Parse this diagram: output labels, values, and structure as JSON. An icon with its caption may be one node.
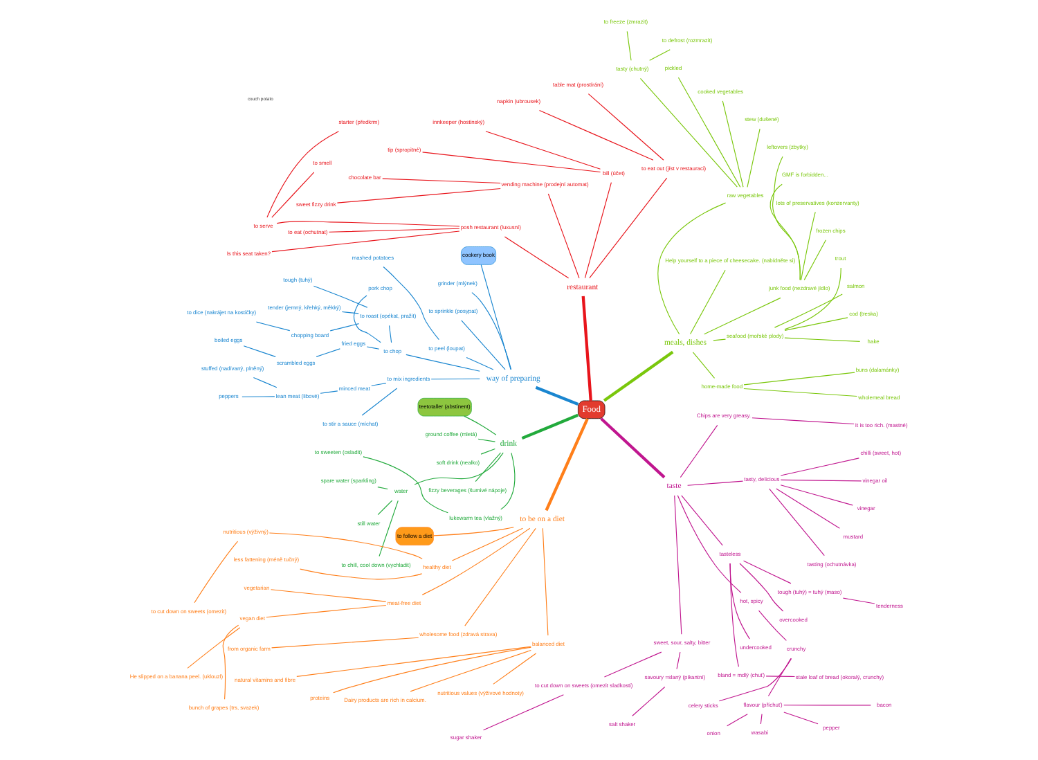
{
  "diagram": {
    "nodes": [
      {
        "text": [
          "Food"
        ]
      },
      {
        "text": [
          "meals, dishes"
        ]
      },
      {
        "text": [
          "home-made food"
        ]
      },
      {
        "text": [
          "wholemeal bread"
        ]
      },
      {
        "text": [
          "buns (dalamánky)"
        ]
      },
      {
        "text": [
          "seafood (mořské plody)"
        ]
      },
      {
        "text": [
          "hake"
        ]
      },
      {
        "text": [
          "cod (treska)"
        ]
      },
      {
        "text": [
          "salmon"
        ]
      },
      {
        "text": [
          "trout"
        ]
      },
      {
        "text": [
          "junk food (nezdravé jídlo)"
        ]
      },
      {
        "text": [
          "frozen chips"
        ]
      },
      {
        "text": [
          "lots of preservatives (konzervanty)"
        ]
      },
      {
        "text": [
          "GMF is forbidden..."
        ]
      },
      {
        "text": [
          "leftovers (zbytky)"
        ]
      },
      {
        "text": [
          "Help yourself to a piece of cheesecake. (nabídněte si)"
        ]
      },
      {
        "text": [
          "raw vegetables"
        ]
      },
      {
        "text": [
          "stew (dušené)"
        ]
      },
      {
        "text": [
          "cooked vegetables"
        ]
      },
      {
        "text": [
          "pickled"
        ]
      },
      {
        "text": [
          "tasty (chutný)"
        ]
      },
      {
        "text": [
          "to defrost (rozmrazit)"
        ]
      },
      {
        "text": [
          "to freeze (zmrazit)"
        ]
      },
      {
        "text": [
          "restaurant"
        ]
      },
      {
        "text": [
          "to eat out (jíst v restauraci)"
        ]
      },
      {
        "text": [
          "table mat (prostírání)"
        ]
      },
      {
        "text": [
          "napkin (ubrousek)"
        ]
      },
      {
        "text": [
          "bill (účet)"
        ]
      },
      {
        "text": [
          "innkeeper (hostinský)"
        ]
      },
      {
        "text": [
          "tip (spropitné)"
        ]
      },
      {
        "text": [
          "vending machine (prodejní automat)"
        ]
      },
      {
        "text": [
          "chocolate bar"
        ]
      },
      {
        "text": [
          "sweet fizzy drink"
        ]
      },
      {
        "text": [
          "posh restaurant (luxusní)"
        ]
      },
      {
        "text": [
          "to serve"
        ]
      },
      {
        "text": [
          "starter (předkrm)"
        ]
      },
      {
        "text": [
          "to smell"
        ]
      },
      {
        "text": [
          "to eat (ochutnat)"
        ]
      },
      {
        "text": [
          "Is this seat taken?"
        ]
      },
      {
        "text": [
          "way of preparing"
        ]
      },
      {
        "text": [
          "cookery book"
        ]
      },
      {
        "text": [
          "grinder (mlýnek)"
        ]
      },
      {
        "text": [
          "to sprinkle (posypat)"
        ]
      },
      {
        "text": [
          "to peel (loupat)"
        ]
      },
      {
        "text": [
          "mashed potatoes"
        ]
      },
      {
        "text": [
          "to chop"
        ]
      },
      {
        "text": [
          "pork chop"
        ]
      },
      {
        "text": [
          "to roast (opékat, pražit)"
        ]
      },
      {
        "text": [
          "tough (tuhý)"
        ]
      },
      {
        "text": [
          "tender (jemný, křehký, měkký)"
        ]
      },
      {
        "text": [
          "chopping board"
        ]
      },
      {
        "text": [
          "to dice (nakrájet na kostičky)"
        ]
      },
      {
        "text": [
          "fried eggs"
        ]
      },
      {
        "text": [
          "scrambled eggs"
        ]
      },
      {
        "text": [
          "boiled eggs"
        ]
      },
      {
        "text": [
          "to mix ingredients"
        ]
      },
      {
        "text": [
          "minced meat"
        ]
      },
      {
        "text": [
          "lean meat (libové)"
        ]
      },
      {
        "text": [
          "stuffed (nadívaný, plněný)"
        ]
      },
      {
        "text": [
          "peppers"
        ]
      },
      {
        "text": [
          "to stir a sauce (míchat)"
        ]
      },
      {
        "text": [
          "drink"
        ]
      },
      {
        "text": [
          "teetotaller (abstinent)"
        ]
      },
      {
        "text": [
          "ground coffee (mletá)"
        ]
      },
      {
        "text": [
          "soft drink (nealko)"
        ]
      },
      {
        "text": [
          "fizzy beverages (šumivé nápoje)"
        ]
      },
      {
        "text": [
          "lukewarm tea (vlažný)"
        ]
      },
      {
        "text": [
          "to sweeten (osladit)"
        ]
      },
      {
        "text": [
          "water"
        ]
      },
      {
        "text": [
          "spare water (sparkling)"
        ]
      },
      {
        "text": [
          "still water"
        ]
      },
      {
        "text": [
          "to chill, cool down (vychladit)"
        ]
      },
      {
        "text": [
          "to be on a diet"
        ]
      },
      {
        "text": [
          "to follow a diet"
        ]
      },
      {
        "text": [
          "healthy diet"
        ]
      },
      {
        "text": [
          "nutritious (výživný)"
        ]
      },
      {
        "text": [
          "to cut down on sweets (omezit)"
        ]
      },
      {
        "text": [
          "less fattening (méně tučný)"
        ]
      },
      {
        "text": [
          "meat-free diet"
        ]
      },
      {
        "text": [
          "vegetarian"
        ]
      },
      {
        "text": [
          "vegan diet"
        ]
      },
      {
        "text": [
          "He slipped on a banana peel. (uklouzl)"
        ]
      },
      {
        "text": [
          "bunch of grapes (trs, svazek)"
        ]
      },
      {
        "text": [
          "wholesome food (zdravá strava)"
        ]
      },
      {
        "text": [
          "from organic farm"
        ]
      },
      {
        "text": [
          "balanced diet"
        ]
      },
      {
        "text": [
          "natural vitamins and fibre"
        ]
      },
      {
        "text": [
          "proteins"
        ]
      },
      {
        "text": [
          "Dairy products are rich in calcium."
        ]
      },
      {
        "text": [
          "nutritious values (výživové hodnoty)"
        ]
      },
      {
        "text": [
          "taste"
        ]
      },
      {
        "text": [
          "sweet, sour, salty, bitter"
        ]
      },
      {
        "text": [
          "to cut down on sweets (omezit sladkosti)"
        ]
      },
      {
        "text": [
          "sugar shaker"
        ]
      },
      {
        "text": [
          "savoury =slaný (pikantní)"
        ]
      },
      {
        "text": [
          "salt shaker"
        ]
      },
      {
        "text": [
          "hot, spicy"
        ]
      },
      {
        "text": [
          "crunchy"
        ]
      },
      {
        "text": [
          "celery sticks"
        ]
      },
      {
        "text": [
          "flavour (příchuť)"
        ]
      },
      {
        "text": [
          "onion"
        ]
      },
      {
        "text": [
          "wasabi"
        ]
      },
      {
        "text": [
          "pepper"
        ]
      },
      {
        "text": [
          "bacon"
        ]
      },
      {
        "text": [
          "tasteless"
        ]
      },
      {
        "text": [
          "bland = mdlý (chuť)"
        ]
      },
      {
        "text": [
          "stale loaf of bread (okoralý, crunchy)"
        ]
      },
      {
        "text": [
          "undercooked"
        ]
      },
      {
        "text": [
          "overcooked"
        ]
      },
      {
        "text": [
          "tough (tuhý) = tuhý (maso)"
        ]
      },
      {
        "text": [
          "tenderness"
        ]
      },
      {
        "text": [
          "tasty, delicious"
        ]
      },
      {
        "text": [
          "tasting (ochutnávka)"
        ]
      },
      {
        "text": [
          "mustard"
        ]
      },
      {
        "text": [
          "vinegar"
        ]
      },
      {
        "text": [
          "vinegar oil"
        ]
      },
      {
        "text": [
          "chilli (sweet, hot)"
        ]
      },
      {
        "text": [
          "Chips are very greasy."
        ]
      },
      {
        "text": [
          "It is too rich. (mastné)"
        ]
      }
    ],
    "edges": [
      {
        "from": 0,
        "to": 1,
        "arrow": "none",
        "style": "thick",
        "color": "#7ac70c"
      },
      {
        "from": 1,
        "to": 2,
        "arrow": "none",
        "color": "#7ac70c"
      },
      {
        "from": 2,
        "to": 3,
        "arrow": "none",
        "color": "#7ac70c"
      },
      {
        "from": 2,
        "to": 4,
        "arrow": "none",
        "color": "#7ac70c"
      },
      {
        "from": 1,
        "to": 5,
        "arrow": "none",
        "color": "#7ac70c"
      },
      {
        "from": 5,
        "to": 6,
        "arrow": "none",
        "color": "#7ac70c"
      },
      {
        "from": 5,
        "to": 7,
        "arrow": "none",
        "color": "#7ac70c"
      },
      {
        "from": 5,
        "to": 8,
        "arrow": "none",
        "color": "#7ac70c"
      },
      {
        "from": 5,
        "to": 9,
        "arrow": "none",
        "color": "#7ac70c"
      },
      {
        "from": 1,
        "to": 10,
        "arrow": "none",
        "color": "#7ac70c"
      },
      {
        "from": 10,
        "to": 11,
        "arrow": "none",
        "color": "#7ac70c"
      },
      {
        "from": 10,
        "to": 12,
        "arrow": "none",
        "color": "#7ac70c"
      },
      {
        "from": 10,
        "to": 13,
        "arrow": "none",
        "color": "#7ac70c"
      },
      {
        "from": 10,
        "to": 14,
        "arrow": "none",
        "color": "#7ac70c"
      },
      {
        "from": 1,
        "to": 15,
        "arrow": "none",
        "color": "#7ac70c"
      },
      {
        "from": 1,
        "to": 16,
        "arrow": "none",
        "color": "#7ac70c"
      },
      {
        "from": 16,
        "to": 17,
        "arrow": "none",
        "color": "#7ac70c"
      },
      {
        "from": 16,
        "to": 18,
        "arrow": "none",
        "color": "#7ac70c"
      },
      {
        "from": 16,
        "to": 19,
        "arrow": "none",
        "color": "#7ac70c"
      },
      {
        "from": 16,
        "to": 20,
        "arrow": "none",
        "color": "#7ac70c"
      },
      {
        "from": 20,
        "to": 21,
        "arrow": "none",
        "color": "#7ac70c"
      },
      {
        "from": 20,
        "to": 22,
        "arrow": "none",
        "color": "#7ac70c"
      },
      {
        "from": 0,
        "to": 23,
        "arrow": "none",
        "style": "thick",
        "color": "#e8141b"
      },
      {
        "from": 23,
        "to": 24,
        "arrow": "none",
        "color": "#e8141b"
      },
      {
        "from": 24,
        "to": 25,
        "arrow": "none",
        "color": "#e8141b"
      },
      {
        "from": 24,
        "to": 26,
        "arrow": "none",
        "color": "#e8141b"
      },
      {
        "from": 23,
        "to": 27,
        "arrow": "none",
        "color": "#e8141b"
      },
      {
        "from": 27,
        "to": 28,
        "arrow": "none",
        "color": "#e8141b"
      },
      {
        "from": 27,
        "to": 29,
        "arrow": "none",
        "color": "#e8141b"
      },
      {
        "from": 23,
        "to": 30,
        "arrow": "none",
        "color": "#e8141b"
      },
      {
        "from": 30,
        "to": 31,
        "arrow": "none",
        "color": "#e8141b"
      },
      {
        "from": 30,
        "to": 32,
        "arrow": "none",
        "color": "#e8141b"
      },
      {
        "from": 23,
        "to": 33,
        "arrow": "none",
        "color": "#e8141b"
      },
      {
        "from": 33,
        "to": 34,
        "arrow": "none",
        "color": "#e8141b"
      },
      {
        "from": 34,
        "to": 35,
        "arrow": "none",
        "color": "#e8141b"
      },
      {
        "from": 34,
        "to": 36,
        "arrow": "none",
        "color": "#e8141b"
      },
      {
        "from": 33,
        "to": 37,
        "arrow": "none",
        "color": "#e8141b"
      },
      {
        "from": 33,
        "to": 38,
        "arrow": "none",
        "color": "#e8141b"
      },
      {
        "from": 0,
        "to": 39,
        "arrow": "none",
        "style": "thick",
        "color": "#1a86d0"
      },
      {
        "from": 39,
        "to": 40,
        "arrow": "none",
        "color": "#1a86d0"
      },
      {
        "from": 39,
        "to": 41,
        "arrow": "none",
        "color": "#1a86d0"
      },
      {
        "from": 39,
        "to": 42,
        "arrow": "none",
        "color": "#1a86d0"
      },
      {
        "from": 39,
        "to": 43,
        "arrow": "none",
        "color": "#1a86d0"
      },
      {
        "from": 43,
        "to": 44,
        "arrow": "none",
        "color": "#1a86d0"
      },
      {
        "from": 39,
        "to": 45,
        "arrow": "none",
        "color": "#1a86d0"
      },
      {
        "from": 45,
        "to": 46,
        "arrow": "none",
        "color": "#1a86d0"
      },
      {
        "from": 45,
        "to": 47,
        "arrow": "none",
        "color": "#1a86d0"
      },
      {
        "from": 47,
        "to": 48,
        "arrow": "none",
        "color": "#1a86d0"
      },
      {
        "from": 47,
        "to": 49,
        "arrow": "none",
        "color": "#1a86d0"
      },
      {
        "from": 47,
        "to": 50,
        "arrow": "none",
        "color": "#1a86d0"
      },
      {
        "from": 50,
        "to": 51,
        "arrow": "none",
        "color": "#1a86d0"
      },
      {
        "from": 45,
        "to": 52,
        "arrow": "none",
        "color": "#1a86d0"
      },
      {
        "from": 52,
        "to": 53,
        "arrow": "none",
        "color": "#1a86d0"
      },
      {
        "from": 53,
        "to": 54,
        "arrow": "none",
        "color": "#1a86d0"
      },
      {
        "from": 39,
        "to": 55,
        "arrow": "none",
        "color": "#1a86d0"
      },
      {
        "from": 55,
        "to": 56,
        "arrow": "none",
        "color": "#1a86d0"
      },
      {
        "from": 56,
        "to": 57,
        "arrow": "none",
        "color": "#1a86d0"
      },
      {
        "from": 57,
        "to": 58,
        "arrow": "none",
        "color": "#1a86d0"
      },
      {
        "from": 57,
        "to": 59,
        "arrow": "none",
        "color": "#1a86d0"
      },
      {
        "from": 55,
        "to": 60,
        "arrow": "none",
        "color": "#1a86d0"
      },
      {
        "from": 0,
        "to": 61,
        "arrow": "none",
        "style": "thick",
        "color": "#22aa3c"
      },
      {
        "from": 61,
        "to": 62,
        "arrow": "none",
        "color": "#22aa3c"
      },
      {
        "from": 61,
        "to": 63,
        "arrow": "none",
        "color": "#22aa3c"
      },
      {
        "from": 61,
        "to": 64,
        "arrow": "none",
        "color": "#22aa3c"
      },
      {
        "from": 61,
        "to": 65,
        "arrow": "none",
        "color": "#22aa3c"
      },
      {
        "from": 61,
        "to": 66,
        "arrow": "none",
        "color": "#22aa3c"
      },
      {
        "from": 66,
        "to": 67,
        "arrow": "none",
        "color": "#22aa3c"
      },
      {
        "from": 61,
        "to": 68,
        "arrow": "none",
        "color": "#22aa3c"
      },
      {
        "from": 68,
        "to": 69,
        "arrow": "none",
        "color": "#22aa3c"
      },
      {
        "from": 68,
        "to": 70,
        "arrow": "none",
        "color": "#22aa3c"
      },
      {
        "from": 68,
        "to": 71,
        "arrow": "none",
        "color": "#22aa3c"
      },
      {
        "from": 0,
        "to": 72,
        "arrow": "none",
        "style": "thick",
        "color": "#ff7f1a"
      },
      {
        "from": 72,
        "to": 73,
        "arrow": "none",
        "color": "#ff7f1a"
      },
      {
        "from": 72,
        "to": 74,
        "arrow": "none",
        "color": "#ff7f1a"
      },
      {
        "from": 74,
        "to": 75,
        "arrow": "none",
        "color": "#ff7f1a"
      },
      {
        "from": 75,
        "to": 76,
        "arrow": "none",
        "color": "#ff7f1a"
      },
      {
        "from": 74,
        "to": 77,
        "arrow": "none",
        "color": "#ff7f1a"
      },
      {
        "from": 72,
        "to": 78,
        "arrow": "none",
        "color": "#ff7f1a"
      },
      {
        "from": 78,
        "to": 79,
        "arrow": "none",
        "color": "#ff7f1a"
      },
      {
        "from": 78,
        "to": 80,
        "arrow": "none",
        "color": "#ff7f1a"
      },
      {
        "from": 80,
        "to": 81,
        "arrow": "none",
        "color": "#ff7f1a"
      },
      {
        "from": 80,
        "to": 82,
        "arrow": "none",
        "color": "#ff7f1a"
      },
      {
        "from": 72,
        "to": 83,
        "arrow": "none",
        "color": "#ff7f1a"
      },
      {
        "from": 83,
        "to": 84,
        "arrow": "none",
        "color": "#ff7f1a"
      },
      {
        "from": 72,
        "to": 85,
        "arrow": "none",
        "color": "#ff7f1a"
      },
      {
        "from": 85,
        "to": 86,
        "arrow": "none",
        "color": "#ff7f1a"
      },
      {
        "from": 85,
        "to": 87,
        "arrow": "none",
        "color": "#ff7f1a"
      },
      {
        "from": 85,
        "to": 88,
        "arrow": "none",
        "color": "#ff7f1a"
      },
      {
        "from": 85,
        "to": 89,
        "arrow": "none",
        "color": "#ff7f1a"
      },
      {
        "from": 0,
        "to": 90,
        "arrow": "none",
        "style": "thick",
        "color": "#c0168f"
      },
      {
        "from": 90,
        "to": 91,
        "arrow": "none",
        "color": "#c0168f"
      },
      {
        "from": 91,
        "to": 92,
        "arrow": "none",
        "color": "#c0168f"
      },
      {
        "from": 92,
        "to": 93,
        "arrow": "none",
        "color": "#c0168f"
      },
      {
        "from": 91,
        "to": 94,
        "arrow": "none",
        "color": "#c0168f"
      },
      {
        "from": 94,
        "to": 95,
        "arrow": "none",
        "color": "#c0168f"
      },
      {
        "from": 90,
        "to": 96,
        "arrow": "none",
        "color": "#c0168f"
      },
      {
        "from": 96,
        "to": 97,
        "arrow": "none",
        "color": "#c0168f"
      },
      {
        "from": 97,
        "to": 98,
        "arrow": "none",
        "color": "#c0168f"
      },
      {
        "from": 97,
        "to": 99,
        "arrow": "none",
        "color": "#c0168f"
      },
      {
        "from": 99,
        "to": 100,
        "arrow": "none",
        "color": "#c0168f"
      },
      {
        "from": 99,
        "to": 101,
        "arrow": "none",
        "color": "#c0168f"
      },
      {
        "from": 99,
        "to": 102,
        "arrow": "none",
        "color": "#c0168f"
      },
      {
        "from": 99,
        "to": 103,
        "arrow": "none",
        "color": "#c0168f"
      },
      {
        "from": 90,
        "to": 104,
        "arrow": "none",
        "color": "#c0168f"
      },
      {
        "from": 104,
        "to": 105,
        "arrow": "none",
        "color": "#c0168f"
      },
      {
        "from": 105,
        "to": 106,
        "arrow": "none",
        "color": "#c0168f"
      },
      {
        "from": 104,
        "to": 107,
        "arrow": "none",
        "color": "#c0168f"
      },
      {
        "from": 104,
        "to": 108,
        "arrow": "none",
        "color": "#c0168f"
      },
      {
        "from": 104,
        "to": 109,
        "arrow": "none",
        "color": "#c0168f"
      },
      {
        "from": 109,
        "to": 110,
        "arrow": "none",
        "color": "#c0168f"
      },
      {
        "from": 90,
        "to": 111,
        "arrow": "none",
        "color": "#c0168f"
      },
      {
        "from": 111,
        "to": 112,
        "arrow": "none",
        "color": "#c0168f"
      },
      {
        "from": 111,
        "to": 113,
        "arrow": "none",
        "color": "#c0168f"
      },
      {
        "from": 111,
        "to": 114,
        "arrow": "none",
        "color": "#c0168f"
      },
      {
        "from": 111,
        "to": 115,
        "arrow": "none",
        "color": "#c0168f"
      },
      {
        "from": 111,
        "to": 116,
        "arrow": "none",
        "color": "#c0168f"
      },
      {
        "from": 90,
        "to": 117,
        "arrow": "none",
        "color": "#c0168f"
      },
      {
        "from": 117,
        "to": 118,
        "arrow": "none",
        "color": "#c0168f"
      }
    ],
    "labels": [
      "couch potato"
    ]
  }
}
